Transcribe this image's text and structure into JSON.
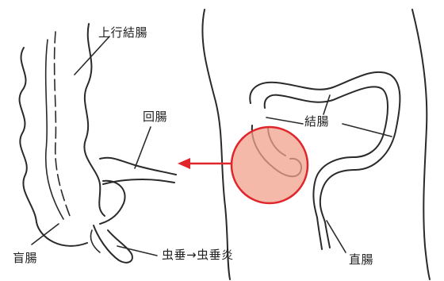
{
  "labels": {
    "ascending_colon": "上行結腸",
    "ileum": "回腸",
    "colon": "結腸",
    "cecum": "盲腸",
    "appendix": "虫垂→虫垂炎",
    "rectum": "直腸"
  },
  "colors": {
    "line": "#2a2a2a",
    "highlight_fill": "#f2a18e",
    "highlight_stroke": "#e0262b",
    "arrow": "#e0262b"
  }
}
